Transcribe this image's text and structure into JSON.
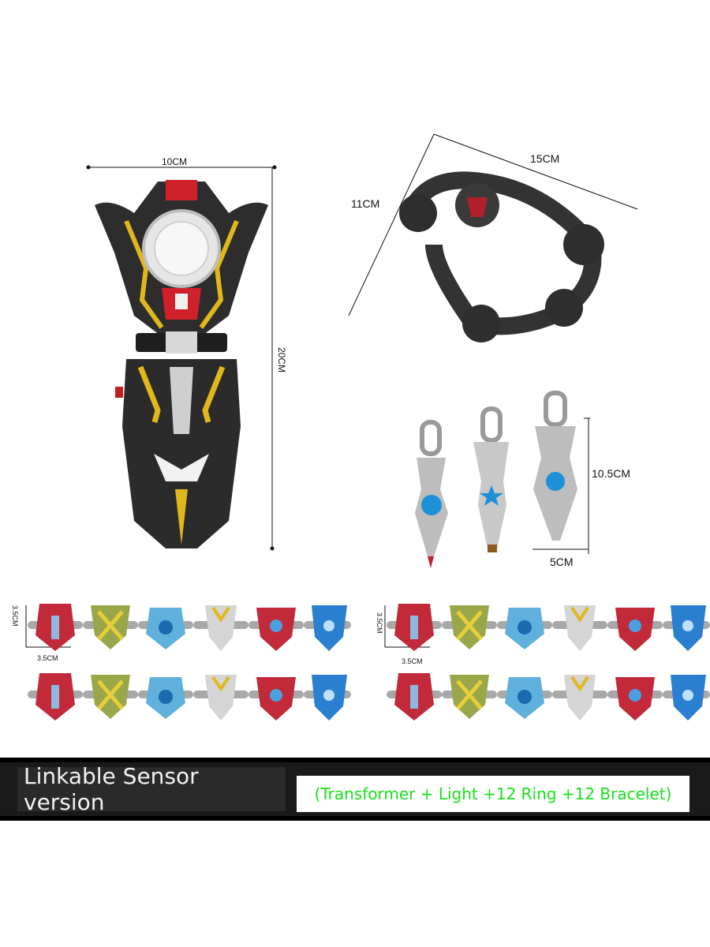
{
  "dimensions": {
    "transformer_width": "10CM",
    "transformer_height": "20CM",
    "bracelet_width": "15CM",
    "bracelet_height": "11CM",
    "keys_height": "10.5CM",
    "keys_width": "5CM",
    "ring_height": "3.5CM",
    "ring_width": "3.5CM"
  },
  "product": {
    "version_label": "Linkable Sensor version",
    "contents_label": "(Transformer + Light +12 Ring +12 Bracelet)"
  },
  "colors": {
    "accent_green": "#18e018",
    "device_black": "#2b2b2b",
    "device_gold": "#e0b81c",
    "device_red": "#d0202a",
    "ring_blue": "#1e90d8"
  }
}
